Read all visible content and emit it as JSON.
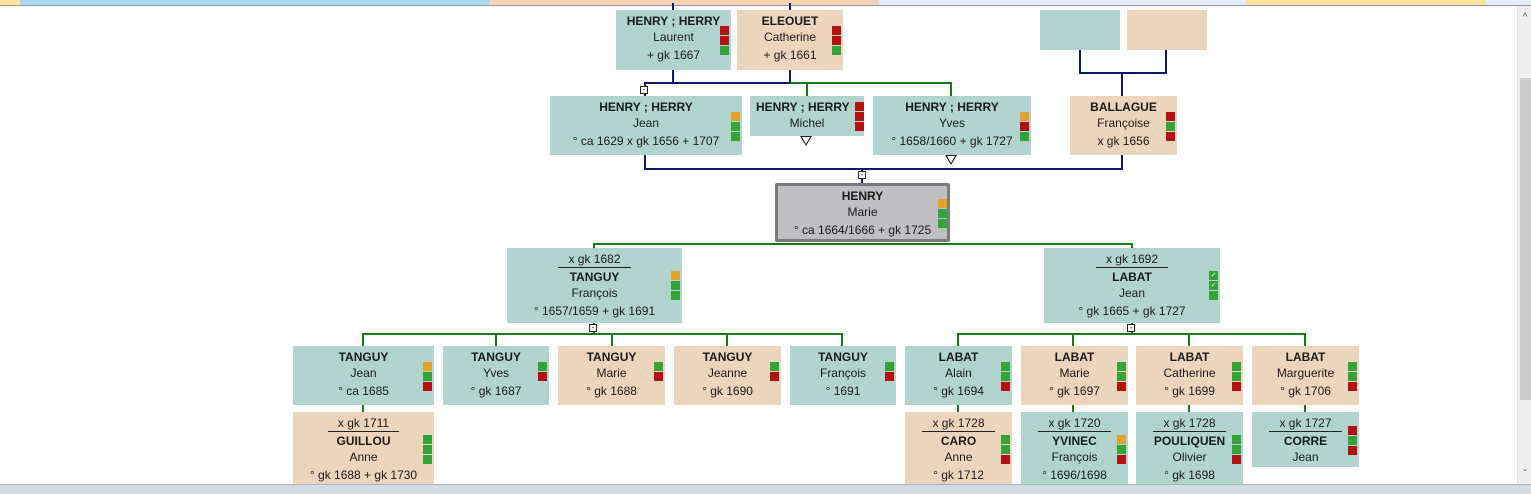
{
  "window": {
    "top_tabs": [
      {
        "name": "tab-strip-1",
        "color": "#fde49a"
      },
      {
        "name": "tab-strip-2",
        "color": "#a9d8f2"
      },
      {
        "name": "tab-strip-3",
        "color": "#f7d3b5"
      },
      {
        "name": "tab-strip-4",
        "color": "#e5eef8"
      },
      {
        "name": "tab-strip-5",
        "color": "#fbe4a0"
      },
      {
        "name": "tab-strip-6",
        "color": "#e5eef8"
      }
    ],
    "scrollbar": {
      "up_icon": "▲",
      "down_icon": "▼"
    }
  },
  "colors": {
    "male_box": "#b1d5ce",
    "female_box": "#ecd5bd",
    "selected_box": "#bfbfc3",
    "paternal_line": "#10186e",
    "descendant_line": "#177a17",
    "flag_red": "#b41212",
    "flag_green": "#36a339",
    "flag_orange": "#e0a32a"
  },
  "icons": {
    "collapse": "-",
    "expand_down": "▽"
  },
  "persons": {
    "laurent": {
      "surname": "HENRY ; HERRY",
      "given": "Laurent",
      "dates": "+ gk 1667",
      "flags": [
        "red",
        "red",
        "green"
      ]
    },
    "catherine_e": {
      "surname": "ELEOUET",
      "given": "Catherine",
      "dates": "+ gk 1661",
      "flags": [
        "red",
        "red",
        "green"
      ]
    },
    "blank_m": {
      "surname": "",
      "given": "",
      "dates": "",
      "flags": []
    },
    "blank_f": {
      "surname": "",
      "given": "",
      "dates": "",
      "flags": []
    },
    "jean_h": {
      "surname": "HENRY ; HERRY",
      "given": "Jean",
      "dates": "° ca 1629   x gk 1656   + 1707",
      "flags": [
        "orange",
        "green",
        "green"
      ]
    },
    "michel": {
      "surname": "HENRY ; HERRY",
      "given": "Michel",
      "dates": "",
      "flags": [
        "red",
        "red",
        "red"
      ]
    },
    "yves_h": {
      "surname": "HENRY ; HERRY",
      "given": "Yves",
      "dates": "° 1658/1660   + gk 1727",
      "flags": [
        "orange",
        "red",
        "green"
      ]
    },
    "francoise": {
      "surname": "BALLAGUE",
      "given": "Françoise",
      "dates": "x gk 1656",
      "flags": [
        "red",
        "green",
        "red"
      ]
    },
    "marie_h": {
      "surname": "HENRY",
      "given": "Marie",
      "dates": "° ca 1664/1666   + gk 1725",
      "flags": [
        "orange",
        "green",
        "green"
      ]
    },
    "francois_t": {
      "marriage": "x gk 1682",
      "surname": "TANGUY",
      "given": "François",
      "dates": "° 1657/1659   + gk 1691",
      "flags": [
        "orange",
        "green",
        "green"
      ]
    },
    "jean_l": {
      "marriage": "x gk 1692",
      "surname": "LABAT",
      "given": "Jean",
      "dates": "° gk 1665   + gk 1727",
      "flags": [
        "check",
        "check",
        "green"
      ]
    },
    "jean_t": {
      "surname": "TANGUY",
      "given": "Jean",
      "dates": "° ca 1685",
      "flags": [
        "orange",
        "green",
        "red"
      ]
    },
    "yves_t": {
      "surname": "TANGUY",
      "given": "Yves",
      "dates": "° gk 1687",
      "flags": [
        "empty",
        "green",
        "red"
      ]
    },
    "marie_t": {
      "surname": "TANGUY",
      "given": "Marie",
      "dates": "° gk 1688",
      "flags": [
        "empty",
        "green",
        "red"
      ]
    },
    "jeanne_t": {
      "surname": "TANGUY",
      "given": "Jeanne",
      "dates": "° gk 1690",
      "flags": [
        "empty",
        "green",
        "red"
      ]
    },
    "francois_t2": {
      "surname": "TANGUY",
      "given": "François",
      "dates": "° 1691",
      "flags": [
        "empty",
        "green",
        "red"
      ]
    },
    "alain_l": {
      "surname": "LABAT",
      "given": "Alain",
      "dates": "° gk 1694",
      "flags": [
        "green",
        "green",
        "red"
      ]
    },
    "marie_l": {
      "surname": "LABAT",
      "given": "Marie",
      "dates": "° gk 1697",
      "flags": [
        "green",
        "green",
        "red"
      ]
    },
    "catherine_l": {
      "surname": "LABAT",
      "given": "Catherine",
      "dates": "° gk 1699",
      "flags": [
        "green",
        "green",
        "red"
      ]
    },
    "marguerite_l": {
      "surname": "LABAT",
      "given": "Marguerite",
      "dates": "° gk 1706",
      "flags": [
        "green",
        "green",
        "red"
      ]
    },
    "anne_g": {
      "marriage": "x gk 1711",
      "surname": "GUILLOU",
      "given": "Anne",
      "dates": "° gk 1688   + gk 1730",
      "flags": [
        "green",
        "green",
        "green"
      ]
    },
    "anne_c": {
      "marriage": "x gk 1728",
      "surname": "CARO",
      "given": "Anne",
      "dates": "° gk 1712",
      "flags": [
        "green",
        "green",
        "red"
      ]
    },
    "francois_y": {
      "marriage": "x gk 1720",
      "surname": "YVINEC",
      "given": "François",
      "dates": "° 1696/1698",
      "flags": [
        "orange",
        "green",
        "red"
      ]
    },
    "olivier_p": {
      "marriage": "x gk 1728",
      "surname": "POULIQUEN",
      "given": "Olivier",
      "dates": "° gk 1698",
      "flags": [
        "green",
        "green",
        "red"
      ]
    },
    "jean_c": {
      "marriage": "x gk 1727",
      "surname": "CORRE",
      "given": "Jean",
      "dates": "",
      "flags": [
        "red",
        "green",
        "red"
      ]
    }
  }
}
